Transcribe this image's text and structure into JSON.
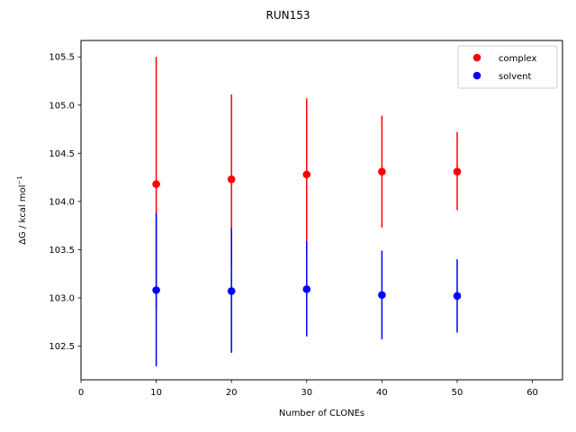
{
  "chart_data": {
    "type": "scatter",
    "title": "RUN153",
    "xlabel": "Number of CLONEs",
    "ylabel_main": "ΔG / kcal mol",
    "ylabel_sup": "−1",
    "xlim": [
      0,
      64
    ],
    "ylim": [
      102.15,
      105.67
    ],
    "x_ticks": [
      0,
      10,
      20,
      30,
      40,
      50,
      60
    ],
    "y_ticks": [
      102.5,
      103.0,
      103.5,
      104.0,
      104.5,
      105.0,
      105.5
    ],
    "x_tick_labels": [
      "0",
      "10",
      "20",
      "30",
      "40",
      "50",
      "60"
    ],
    "y_tick_labels": [
      "102.5",
      "103.0",
      "103.5",
      "104.0",
      "104.5",
      "105.0",
      "105.5"
    ],
    "grid": false,
    "legend_position": "top-right",
    "series": [
      {
        "name": "complex",
        "color": "#ff0000",
        "x": [
          10,
          20,
          30,
          40,
          50
        ],
        "y": [
          104.18,
          104.23,
          104.28,
          104.31,
          104.31
        ],
        "err_low": [
          102.88,
          103.34,
          103.49,
          103.73,
          103.91
        ],
        "err_high": [
          105.5,
          105.11,
          105.07,
          104.89,
          104.72
        ]
      },
      {
        "name": "solvent",
        "color": "#0000ff",
        "x": [
          10,
          20,
          30,
          40,
          50
        ],
        "y": [
          103.08,
          103.07,
          103.09,
          103.03,
          103.02
        ],
        "err_low": [
          102.29,
          102.43,
          102.6,
          102.57,
          102.64
        ],
        "err_high": [
          103.88,
          103.72,
          103.59,
          103.49,
          103.4
        ]
      }
    ]
  }
}
